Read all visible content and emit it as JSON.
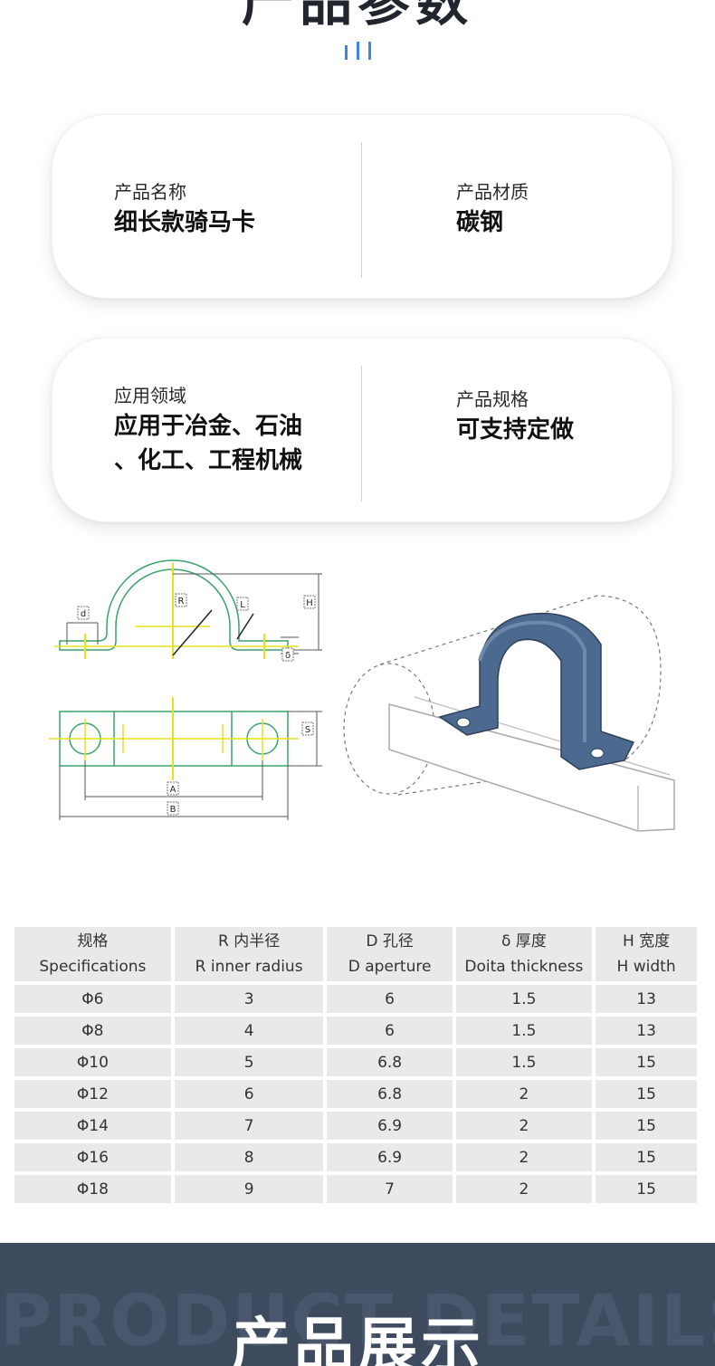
{
  "header": {
    "title": "产品参数"
  },
  "cards": [
    {
      "left": {
        "label": "产品名称",
        "value": "细长款骑马卡"
      },
      "right": {
        "label": "产品材质",
        "value": "碳钢"
      }
    },
    {
      "left": {
        "label": "应用领域",
        "value_line1": "应用于冶金、石油",
        "value_line2": "、化工、工程机械"
      },
      "right": {
        "label": "产品规格",
        "value": "可支持定做"
      }
    }
  ],
  "diagram": {
    "labels": {
      "d": "d",
      "R": "R",
      "L": "L",
      "H": "H",
      "delta": "δ",
      "S": "S",
      "A": "A",
      "B": "B"
    },
    "colors": {
      "outline": "#3aa36a",
      "centerline": "#e8e21a",
      "dim": "#444444",
      "clamp": "#4c6a8f"
    }
  },
  "spec_table": {
    "headers": [
      {
        "cn": "规格",
        "en": "Specifications"
      },
      {
        "cn": "R 内半径",
        "en": "R inner radius"
      },
      {
        "cn": "D 孔径",
        "en": "D aperture"
      },
      {
        "cn": "δ 厚度",
        "en": "Doita thickness"
      },
      {
        "cn": "H 宽度",
        "en": "H width"
      }
    ],
    "rows": [
      [
        "Φ6",
        "3",
        "6",
        "1.5",
        "13"
      ],
      [
        "Φ8",
        "4",
        "6",
        "1.5",
        "13"
      ],
      [
        "Φ10",
        "5",
        "6.8",
        "1.5",
        "15"
      ],
      [
        "Φ12",
        "6",
        "6.8",
        "2",
        "15"
      ],
      [
        "Φ14",
        "7",
        "6.9",
        "2",
        "15"
      ],
      [
        "Φ16",
        "8",
        "6.9",
        "2",
        "15"
      ],
      [
        "Φ18",
        "9",
        "7",
        "2",
        "15"
      ]
    ]
  },
  "footer": {
    "bg_text": "PRODUCT DETAILS",
    "title": "产品展示"
  }
}
